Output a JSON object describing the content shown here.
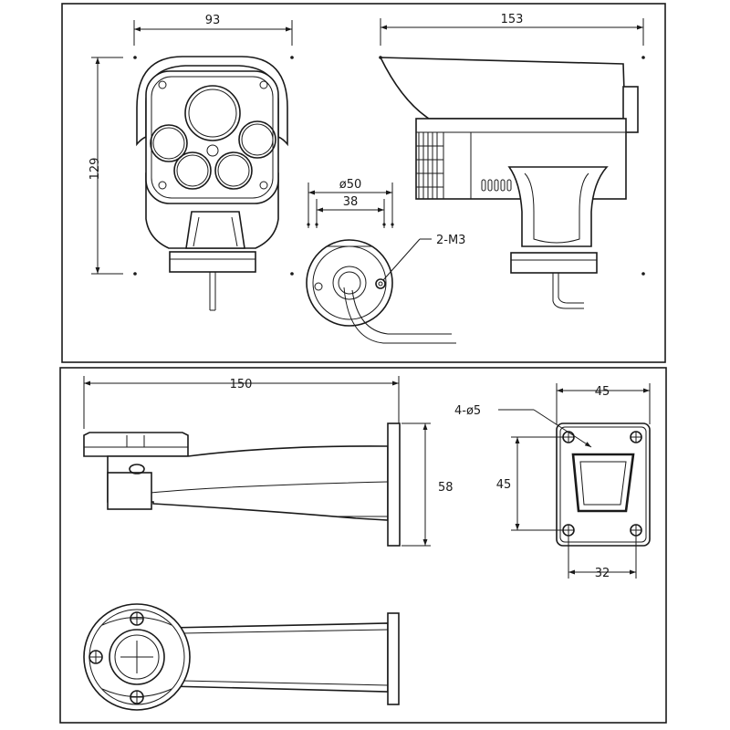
{
  "camera_panel": {
    "front_view": {
      "width_label": "93",
      "height_label": "129"
    },
    "side_view": {
      "length_label": "153"
    },
    "base_view": {
      "outer_diameter_label": "ø50",
      "hole_spacing_label": "38",
      "screw_label": "2-M3"
    }
  },
  "bracket_panel": {
    "side_view": {
      "length_label": "150",
      "plate_height_label": "58"
    },
    "plate_view": {
      "holes_label": "4-ø5",
      "width_label": "45",
      "height_label": "45",
      "hole_spacing_label": "32"
    }
  }
}
